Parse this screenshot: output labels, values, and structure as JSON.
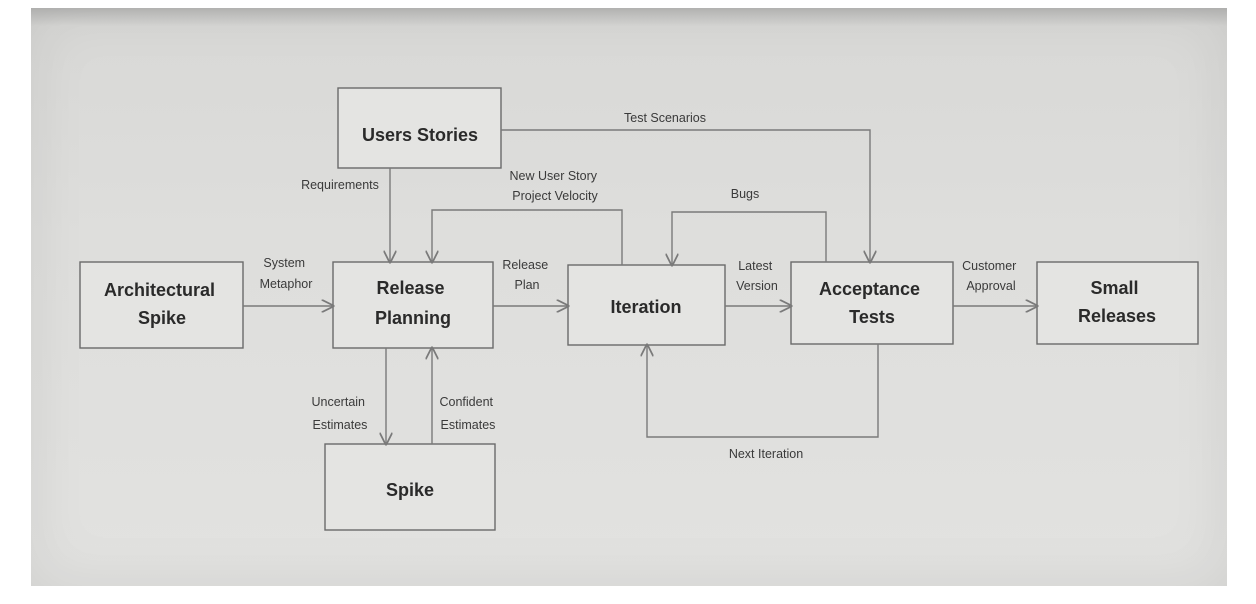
{
  "nodes": {
    "users_stories": [
      "Users Stories"
    ],
    "architectural_spike": [
      "Architectural",
      "Spike"
    ],
    "release_planning": [
      "Release",
      "Planning"
    ],
    "iteration": [
      "Iteration"
    ],
    "acceptance_tests": [
      "Acceptance",
      "Tests"
    ],
    "small_releases": [
      "Small",
      "Releases"
    ],
    "spike": [
      "Spike"
    ]
  },
  "edges": {
    "test_scenarios": [
      "Test Scenarios"
    ],
    "requirements": [
      "Requirements"
    ],
    "new_user_story": [
      "New User Story",
      "Project Velocity"
    ],
    "bugs": [
      "Bugs"
    ],
    "system_metaphor": [
      "System",
      "Metaphor"
    ],
    "release_plan": [
      "Release",
      "Plan"
    ],
    "latest_version": [
      "Latest",
      "Version"
    ],
    "customer_approval": [
      "Customer",
      "Approval"
    ],
    "uncertain_estimates": [
      "Uncertain",
      "Estimates"
    ],
    "confident_estimates": [
      "Confident",
      "Estimates"
    ],
    "next_iteration": [
      "Next Iteration"
    ]
  }
}
